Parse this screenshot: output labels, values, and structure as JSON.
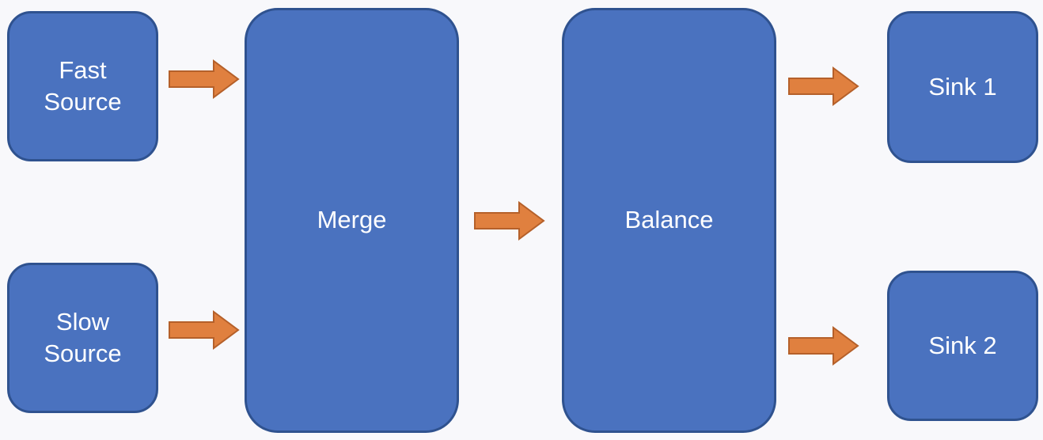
{
  "nodes": {
    "fast_source": "Fast\nSource",
    "slow_source": "Slow\nSource",
    "merge": "Merge",
    "balance": "Balance",
    "sink_1": "Sink 1",
    "sink_2": "Sink 2"
  },
  "colors": {
    "node_fill": "#4a72bf",
    "node_border": "#2f528f",
    "arrow_fill": "#e0803f",
    "arrow_border": "#b5602a",
    "background": "#f8f8fb"
  }
}
